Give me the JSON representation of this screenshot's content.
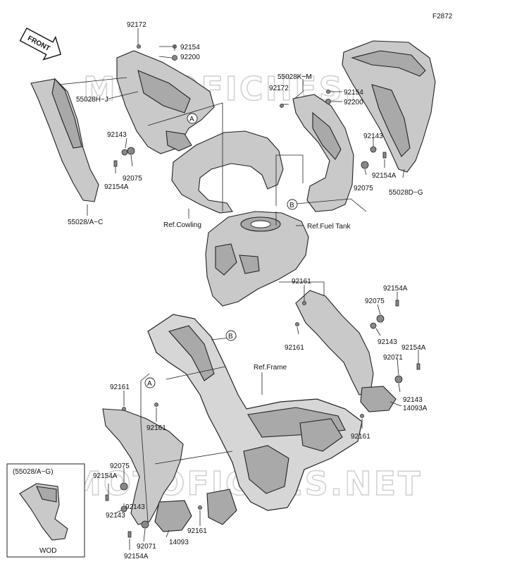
{
  "figure_id": "F2872",
  "front_label": "FRONT",
  "watermark_text": "MOTOFICHES.NET",
  "variant_box": {
    "title": "(55028/A~G)",
    "caption": "WOD"
  },
  "markers": {
    "a": "A",
    "b": "B"
  },
  "references": {
    "cowling": "Ref.Cowling",
    "fuel_tank": "Ref.Fuel Tank",
    "frame": "Ref.Frame"
  },
  "part_labels": {
    "p92172_top": "92172",
    "p92154_top": "92154",
    "p92200_top": "92200",
    "p55028hj": "55028H~J",
    "p92143_ul": "92143",
    "p92075_ul": "92075",
    "p92154a_ul": "92154A",
    "p55028ac": "55028/A~C",
    "p55028km": "55028K~M",
    "p92172_r": "92172",
    "p92154_r": "92154",
    "p92200_r": "92200",
    "p92143_r": "92143",
    "p92154a_r": "92154A",
    "p92075_r": "92075",
    "p55028dg": "55028D~G",
    "p92161_mr1": "92161",
    "p92154a_mr": "92154A",
    "p92075_mr": "92075",
    "p92161_mr2": "92161",
    "p92143_mr": "92143",
    "p92154a_mr2": "92154A",
    "p92071_mr": "92071",
    "p92143_mr2": "92143",
    "p14093a": "14093A",
    "p92161_lr": "92161",
    "p92161_l1": "92161",
    "p92161_l2": "92161",
    "p92075_l": "92075",
    "p92154a_l": "92154A",
    "p92143_l1": "92143",
    "p92143_l2": "92143",
    "p92071_l": "92071",
    "p92154a_l2": "92154A",
    "p14093": "14093",
    "p92161_lb": "92161"
  }
}
